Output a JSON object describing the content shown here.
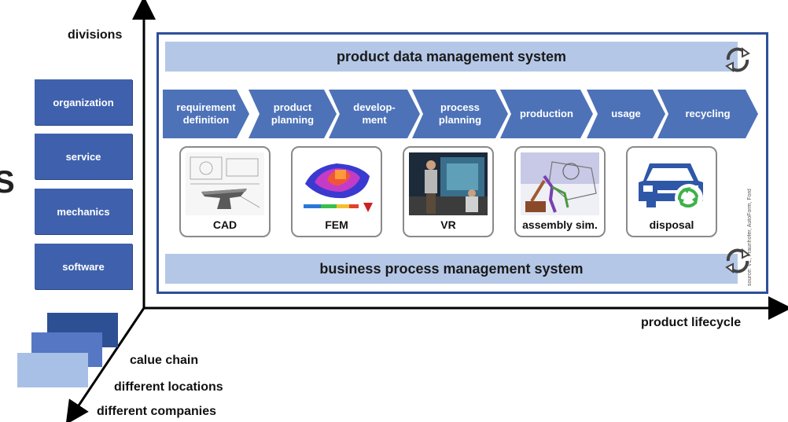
{
  "axes": {
    "vertical_label": "divisions",
    "horizontal_label": "product lifecycle",
    "depth_labels": [
      "calue chain",
      "different locations",
      "different companies"
    ]
  },
  "divisions": [
    "organization",
    "service",
    "mechanics",
    "software"
  ],
  "systems": {
    "top": "product data management system",
    "bottom": "business process management system"
  },
  "lifecycle_steps": [
    "requirement\ndefinition",
    "product\nplanning",
    "develop-\nment",
    "process\nplanning",
    "production",
    "usage",
    "recycling"
  ],
  "tools": [
    "CAD",
    "FEM",
    "VR",
    "assembly sim.",
    "disposal"
  ],
  "copyright": "source: VL, Fraunhofer, AutoForm, Ford",
  "colors": {
    "division_box": "#3f61ad",
    "chevron": "#4d72b8",
    "system_bar": "#b4c7e7",
    "frame": "#2e4f9b",
    "stack_dark": "#2d4f94",
    "stack_mid": "#5677c3",
    "stack_light": "#a9c0e6"
  }
}
